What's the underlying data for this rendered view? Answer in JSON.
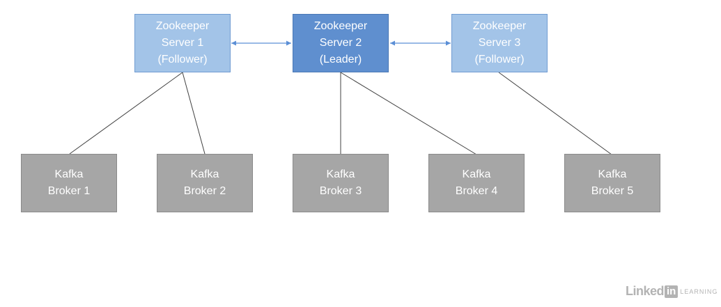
{
  "zookeepers": [
    {
      "line1": "Zookeeper",
      "line2": "Server 1",
      "line3": "(Follower)"
    },
    {
      "line1": "Zookeeper",
      "line2": "Server 2",
      "line3": "(Leader)"
    },
    {
      "line1": "Zookeeper",
      "line2": "Server 3",
      "line3": "(Follower)"
    }
  ],
  "brokers": [
    {
      "line1": "Kafka",
      "line2": "Broker 1"
    },
    {
      "line1": "Kafka",
      "line2": "Broker 2"
    },
    {
      "line1": "Kafka",
      "line2": "Broker 3"
    },
    {
      "line1": "Kafka",
      "line2": "Broker 4"
    },
    {
      "line1": "Kafka",
      "line2": "Broker 5"
    }
  ],
  "logo": {
    "word": "Linked",
    "in": "in",
    "suffix": "LEARNING"
  },
  "colors": {
    "follower": "#a3c4e8",
    "leader": "#5f8fcf",
    "broker": "#a6a6a6",
    "arrow": "#5b8fd6",
    "connector": "#404040"
  }
}
